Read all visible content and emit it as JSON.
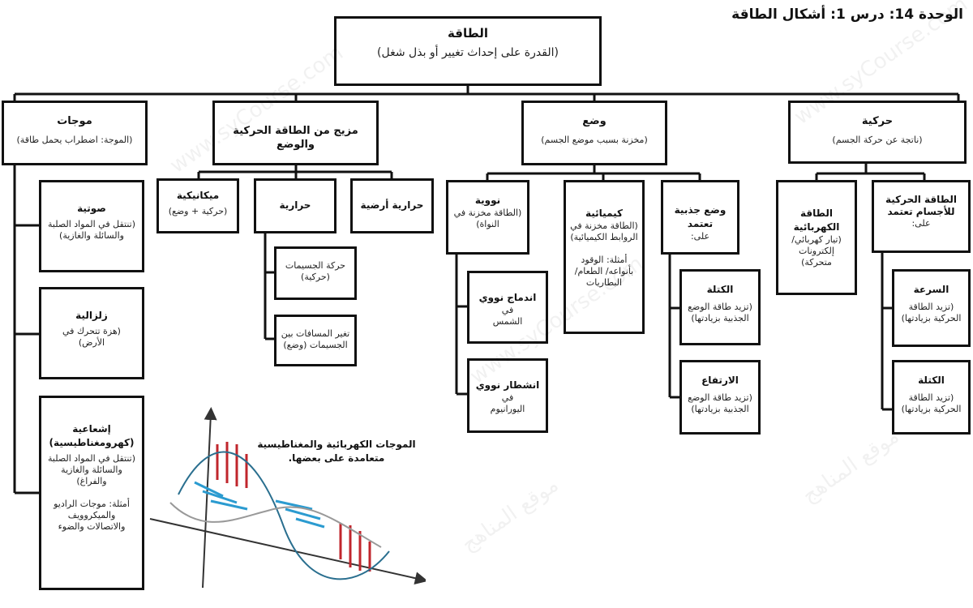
{
  "header": "الوحدة 14: درس 1: أشكال الطاقة",
  "root": {
    "title": "الطاقة",
    "subtitle": "(القدرة على إحداث تغيير أو بذل شغل)"
  },
  "kinetic": {
    "title": "حركية",
    "subtitle": "(ناتجة عن حركة الجسم)",
    "children": [
      {
        "title": "الطاقة الحركية\nللأجسام تعتمد",
        "subtitle": "على:"
      },
      {
        "title": "الطاقة الكهربائية",
        "subtitle": "(تيار كهربائي/\nإلكترونات\nمتحركة)"
      }
    ],
    "depends": [
      {
        "title": "السرعة",
        "subtitle": "(تزيد الطاقة\nالحركية بزيادتها)"
      },
      {
        "title": "الكتلة",
        "subtitle": "(تزيد الطاقة\nالحركية بزيادتها)"
      }
    ]
  },
  "potential": {
    "title": "وضع",
    "subtitle": "(مخزنة بسبب موضع الجسم)",
    "children": [
      {
        "title": "وضع جذبية تعتمد",
        "subtitle": "على:"
      },
      {
        "title": "كيميائية",
        "subtitle": "(الطاقة مخزنة في\nالروابط الكيميائية)\n\nأمثلة: الوقود\nبأنواعه/ الطعام/\nالبطاريات"
      },
      {
        "title": "نووية",
        "subtitle": "(الطاقة مخزنة في\nالنواة)"
      }
    ],
    "gravity": [
      {
        "title": "الكتلة",
        "subtitle": "(تزيد طاقة الوضع\nالجذبية بزيادتها)"
      },
      {
        "title": "الارتفاع",
        "subtitle": "(تزيد طاقة الوضع\nالجذبية بزيادتها)"
      }
    ],
    "nuclear": [
      {
        "title": "اندماج نووي",
        "subtitle": "في\nالشمس"
      },
      {
        "title": "انشطار نووي",
        "subtitle": "في\nاليورانيوم"
      }
    ]
  },
  "mixed": {
    "title": "مزيج من الطاقة الحركية والوضع",
    "children": [
      {
        "title": "حرارية أرضية",
        "subtitle": ""
      },
      {
        "title": "حرارية",
        "subtitle": ""
      },
      {
        "title": "ميكانيكية",
        "subtitle": "(حركية + وضع)"
      }
    ],
    "thermal": [
      {
        "title": "",
        "subtitle": "حركة الجسيمات\n(حركية)"
      },
      {
        "title": "",
        "subtitle": "تغير المسافات بين\nالجسيمات (وضع)"
      }
    ]
  },
  "waves": {
    "title": "موجات",
    "subtitle": "(الموجة: اضطراب يحمل طاقة)",
    "children": [
      {
        "title": "صوتية",
        "subtitle": "(تنتقل في المواد الصلبة\nوالسائلة والغازية)"
      },
      {
        "title": "زلزالية",
        "subtitle": "(هزة تتحرك في\nالأرض)"
      },
      {
        "title": "إشعاعية\n(كهرومغناطيسية)",
        "subtitle": "(تنتقل في المواد الصلبة\nوالسائلة والغازية\nوالفراغ)\n\nأمثلة: موجات الراديو\nوالميكروويف\nوالاتصالات والضوء"
      }
    ]
  },
  "em_caption": "الموجات الكهربائية والمغناطيسية\nمتعامدة على بعضها.",
  "watermark": "www.syCourse.com",
  "watermark_ar": "موقع المناهج"
}
